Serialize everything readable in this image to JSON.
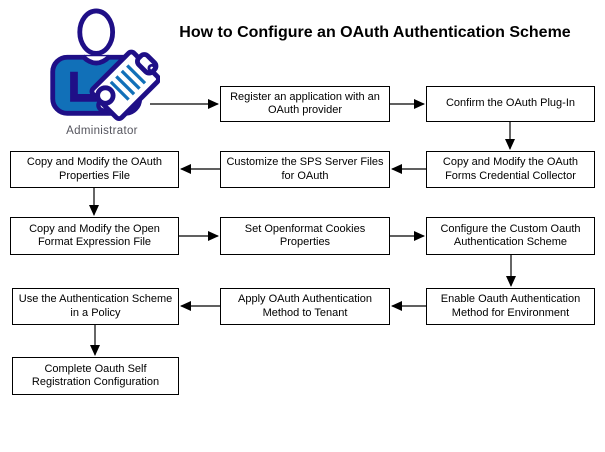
{
  "title": "How to Configure an OAuth Authentication Scheme",
  "actor": {
    "label": "Administrator"
  },
  "colors": {
    "icon_outline_navy": "#1f0f87",
    "icon_fill_blue": "#1170b8",
    "box_border": "#000000",
    "box_fill": "#ffffff",
    "arrow": "#000000"
  },
  "flow": {
    "steps": [
      {
        "id": "register-application",
        "label": "Register an application with an OAuth provider"
      },
      {
        "id": "confirm-oauth-plugin",
        "label": "Confirm the OAuth Plug-In"
      },
      {
        "id": "copy-modify-forms-collector",
        "label": "Copy and Modify the OAuth Forms Credential Collector"
      },
      {
        "id": "customize-sps-server-files",
        "label": "Customize the SPS Server Files for OAuth"
      },
      {
        "id": "copy-modify-properties-file",
        "label": "Copy and Modify the OAuth Properties File"
      },
      {
        "id": "copy-modify-open-format-file",
        "label": "Copy and Modify the Open Format Expression File"
      },
      {
        "id": "set-openformat-cookies",
        "label": "Set Openformat Cookies Properties"
      },
      {
        "id": "configure-custom-oauth-scheme",
        "label": "Configure the Custom Oauth Authentication Scheme"
      },
      {
        "id": "enable-oauth-method-environment",
        "label": "Enable Oauth Authentication Method for Environment"
      },
      {
        "id": "apply-oauth-method-tenant",
        "label": "Apply OAuth Authentication Method to Tenant"
      },
      {
        "id": "use-scheme-in-policy",
        "label": "Use the Authentication Scheme in a Policy"
      },
      {
        "id": "complete-self-registration",
        "label": "Complete Oauth Self Registration Configuration"
      }
    ]
  }
}
